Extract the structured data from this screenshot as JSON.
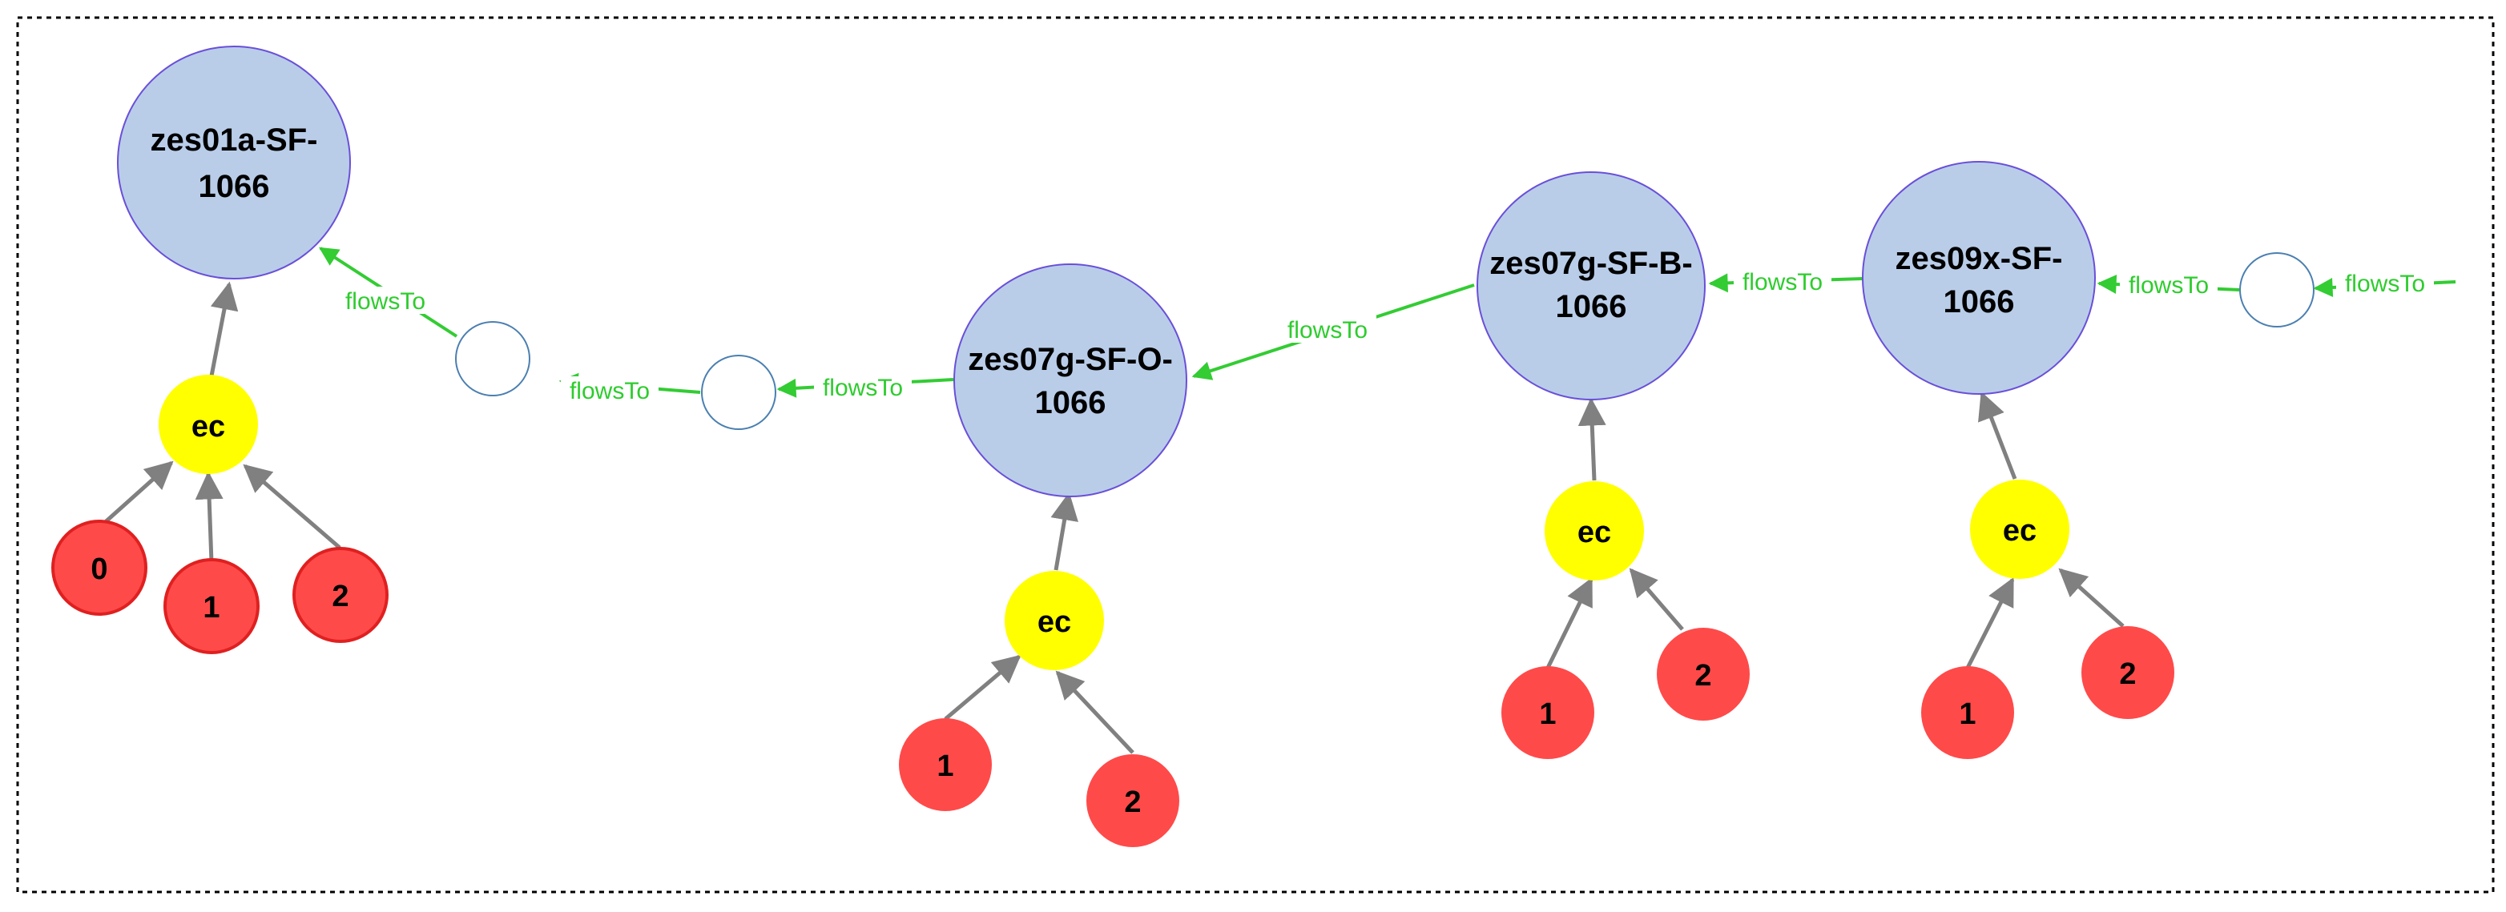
{
  "colors": {
    "segment_fill": "#b9cde9",
    "segment_stroke": "#6a4fd8",
    "ec_fill": "#ffff00",
    "member_fill": "#ff4a4a",
    "member_stroke": "#e02020",
    "junction_stroke": "#4a7fb0",
    "flow": "#33cc33",
    "arrow": "#808080",
    "frame": "#000000"
  },
  "segments": [
    {
      "id": "s1",
      "line1": "zes01a-SF-",
      "line2": "1066"
    },
    {
      "id": "s2",
      "line1": "zes07g-SF-O-",
      "line2": "1066"
    },
    {
      "id": "s3",
      "line1": "zes07g-SF-B-",
      "line2": "1066"
    },
    {
      "id": "s4",
      "line1": "zes09x-SF-",
      "line2": "1066"
    }
  ],
  "ec_label": "ec",
  "members": {
    "s1": [
      "0",
      "1",
      "2"
    ],
    "s2": [
      "1",
      "2"
    ],
    "s3": [
      "1",
      "2"
    ],
    "s4": [
      "1",
      "2"
    ]
  },
  "flow_label": "flowsTo"
}
